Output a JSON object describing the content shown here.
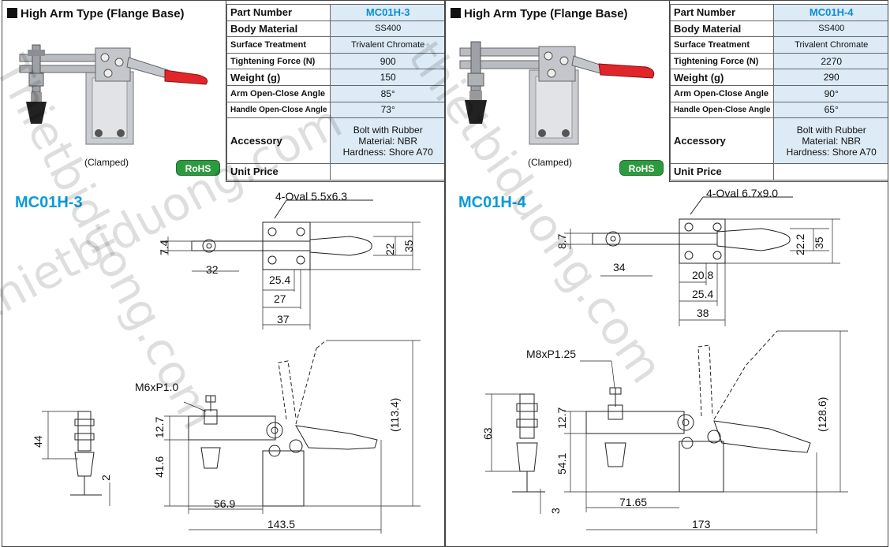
{
  "watermark": {
    "text1": "Thietbiduong.com",
    "text2": "thietbiduong.com"
  },
  "left": {
    "title": "High Arm Type (Flange Base)",
    "clamped": "(Clamped)",
    "rohs": "RoHS",
    "model": "MC01H-3",
    "specs": {
      "part_number": {
        "label": "Part Number",
        "value": "MC01H-3"
      },
      "body_material": {
        "label": "Body Material",
        "value": "SS400"
      },
      "surface": {
        "label": "Surface Treatment",
        "value": "Trivalent Chromate"
      },
      "force": {
        "label": "Tightening Force (N)",
        "value": "900"
      },
      "weight": {
        "label": "Weight (g)",
        "value": "150"
      },
      "arm_angle": {
        "label": "Arm Open-Close Angle",
        "value": "85°"
      },
      "handle_angle": {
        "label": "Handle Open-Close Angle",
        "value": "73°"
      },
      "accessory": {
        "label": "Accessory",
        "line1": "Bolt with Rubber",
        "line2": "Material: NBR",
        "line3": "Hardness: Shore A70"
      },
      "price": {
        "label": "Unit Price",
        "value": ""
      }
    },
    "dims": {
      "oval": "4-Oval 5.5x6.3",
      "d74": "7.4",
      "d22": "22",
      "d35": "35",
      "d32": "32",
      "d254": "25.4",
      "d27": "27",
      "d37": "37",
      "thread": "M6xP1.0",
      "d44": "44",
      "d2": "2",
      "d127": "12.7",
      "d416": "41.6",
      "d1134": "(113.4)",
      "d569": "56.9",
      "d1435": "143.5"
    }
  },
  "right": {
    "title": "High Arm Type (Flange Base)",
    "clamped": "(Clamped)",
    "rohs": "RoHS",
    "model": "MC01H-4",
    "specs": {
      "part_number": {
        "label": "Part Number",
        "value": "MC01H-4"
      },
      "body_material": {
        "label": "Body Material",
        "value": "SS400"
      },
      "surface": {
        "label": "Surface Treatment",
        "value": "Trivalent Chromate"
      },
      "force": {
        "label": "Tightening Force (N)",
        "value": "2270"
      },
      "weight": {
        "label": "Weight (g)",
        "value": "290"
      },
      "arm_angle": {
        "label": "Arm Open-Close Angle",
        "value": "90°"
      },
      "handle_angle": {
        "label": "Handle Open-Close Angle",
        "value": "65°"
      },
      "accessory": {
        "label": "Accessory",
        "line1": "Bolt with Rubber",
        "line2": "Material: NBR",
        "line3": "Hardness: Shore A70"
      },
      "price": {
        "label": "Unit Price",
        "value": ""
      }
    },
    "dims": {
      "oval": "4-Oval 6.7x9.0",
      "d87": "8.7",
      "d222": "22.2",
      "d35": "35",
      "d34": "34",
      "d208": "20.8",
      "d254": "25.4",
      "d38": "38",
      "thread": "M8xP1.25",
      "d63": "63",
      "d3": "3",
      "d127": "12.7",
      "d541": "54.1",
      "d1286": "(128.6)",
      "d7165": "71.65",
      "d173": "173"
    }
  }
}
